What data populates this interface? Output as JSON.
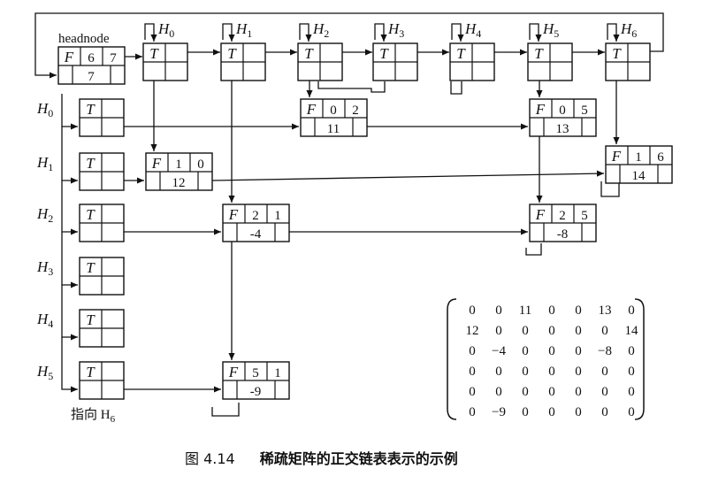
{
  "labels": {
    "headnode": "headnode",
    "H": "H",
    "row_prefix": "H",
    "pointer_note": "指向 H",
    "pointer_sub": "6"
  },
  "column_heads": [
    {
      "tag": "T",
      "sub": "0"
    },
    {
      "tag": "T",
      "sub": "1"
    },
    {
      "tag": "T",
      "sub": "2"
    },
    {
      "tag": "T",
      "sub": "3"
    },
    {
      "tag": "T",
      "sub": "4"
    },
    {
      "tag": "T",
      "sub": "5"
    },
    {
      "tag": "T",
      "sub": "6"
    }
  ],
  "row_heads": [
    {
      "tag": "T",
      "sub": "0"
    },
    {
      "tag": "T",
      "sub": "1"
    },
    {
      "tag": "T",
      "sub": "2"
    },
    {
      "tag": "T",
      "sub": "3"
    },
    {
      "tag": "T",
      "sub": "4"
    },
    {
      "tag": "T",
      "sub": "5"
    }
  ],
  "head_node": {
    "tag": "F",
    "rows": "6",
    "cols": "7",
    "count": "7"
  },
  "element_nodes": [
    {
      "tag": "F",
      "row": "0",
      "col": "2",
      "value": "11"
    },
    {
      "tag": "F",
      "row": "0",
      "col": "5",
      "value": "13"
    },
    {
      "tag": "F",
      "row": "1",
      "col": "0",
      "value": "12"
    },
    {
      "tag": "F",
      "row": "1",
      "col": "6",
      "value": "14"
    },
    {
      "tag": "F",
      "row": "2",
      "col": "1",
      "value": "-4"
    },
    {
      "tag": "F",
      "row": "2",
      "col": "5",
      "value": "-8"
    },
    {
      "tag": "F",
      "row": "5",
      "col": "1",
      "value": "-9"
    }
  ],
  "matrix": [
    [
      "0",
      "0",
      "11",
      "0",
      "0",
      "13",
      "0"
    ],
    [
      "12",
      "0",
      "0",
      "0",
      "0",
      "0",
      "14"
    ],
    [
      "0",
      "−4",
      "0",
      "0",
      "0",
      "−8",
      "0"
    ],
    [
      "0",
      "0",
      "0",
      "0",
      "0",
      "0",
      "0"
    ],
    [
      "0",
      "0",
      "0",
      "0",
      "0",
      "0",
      "0"
    ],
    [
      "0",
      "−9",
      "0",
      "0",
      "0",
      "0",
      "0"
    ]
  ],
  "caption": {
    "number": "图 4.14",
    "text": "稀疏矩阵的正交链表表示的示例"
  }
}
